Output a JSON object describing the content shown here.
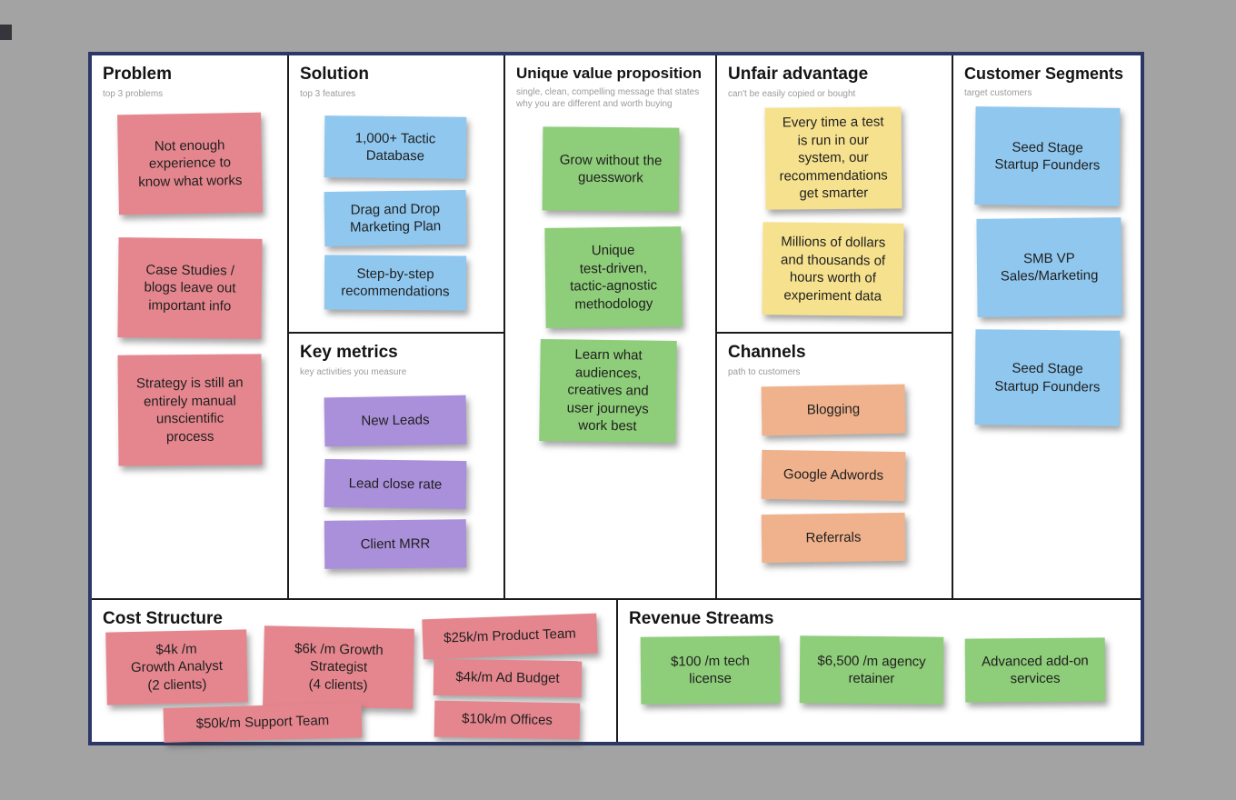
{
  "palette": {
    "canvas_border": "#2c3768",
    "background_gray": "#a3a3a3",
    "note_pink": "#e5868e",
    "note_blue": "#8fc7ef",
    "note_green": "#8ecd79",
    "note_yellow": "#f6e28e",
    "note_purple": "#aa90da",
    "note_orange": "#f0b28c"
  },
  "sections": {
    "problem": {
      "title": "Problem",
      "subtitle": "top 3 problems",
      "notes": [
        "Not enough\nexperience to\nknow what works",
        "Case Studies /\nblogs leave out\nimportant info",
        "Strategy is still an\nentirely manual\nunscientific\nprocess"
      ]
    },
    "solution": {
      "title": "Solution",
      "subtitle": "top 3 features",
      "notes": [
        "1,000+ Tactic\nDatabase",
        "Drag and Drop\nMarketing Plan",
        "Step-by-step\nrecommendations"
      ]
    },
    "key_metrics": {
      "title": "Key metrics",
      "subtitle": "key activities you measure",
      "notes": [
        "New Leads",
        "Lead close rate",
        "Client MRR"
      ]
    },
    "uvp": {
      "title": "Unique value proposition",
      "subtitle": "single, clean, compelling message that states\nwhy you are different and worth buying",
      "notes": [
        "Grow without the\nguesswork",
        "Unique\ntest-driven,\ntactic-agnostic\nmethodology",
        "Learn what\naudiences,\ncreatives and\nuser journeys\nwork best"
      ]
    },
    "unfair_advantage": {
      "title": "Unfair advantage",
      "subtitle": "can't be easily copied or bought",
      "notes": [
        "Every time a test\nis run in our\nsystem, our\nrecommendations\nget smarter",
        "Millions of dollars\nand thousands of\nhours worth of\nexperiment data"
      ]
    },
    "channels": {
      "title": "Channels",
      "subtitle": "path to customers",
      "notes": [
        "Blogging",
        "Google Adwords",
        "Referrals"
      ]
    },
    "customer_segments": {
      "title": "Customer Segments",
      "subtitle": "target customers",
      "notes": [
        "Seed Stage\nStartup Founders",
        "SMB VP\nSales/Marketing",
        "Seed Stage\nStartup Founders"
      ]
    },
    "cost_structure": {
      "title": "Cost Structure",
      "notes": [
        "$4k /m\nGrowth Analyst\n(2 clients)",
        "$6k /m Growth\nStrategist\n(4 clients)",
        "$25k/m Product Team",
        "$4k/m Ad Budget",
        "$50k/m Support Team",
        "$10k/m Offices"
      ]
    },
    "revenue_streams": {
      "title": "Revenue Streams",
      "notes": [
        "$100 /m tech\nlicense",
        "$6,500 /m agency\nretainer",
        "Advanced add-on\nservices"
      ]
    }
  }
}
